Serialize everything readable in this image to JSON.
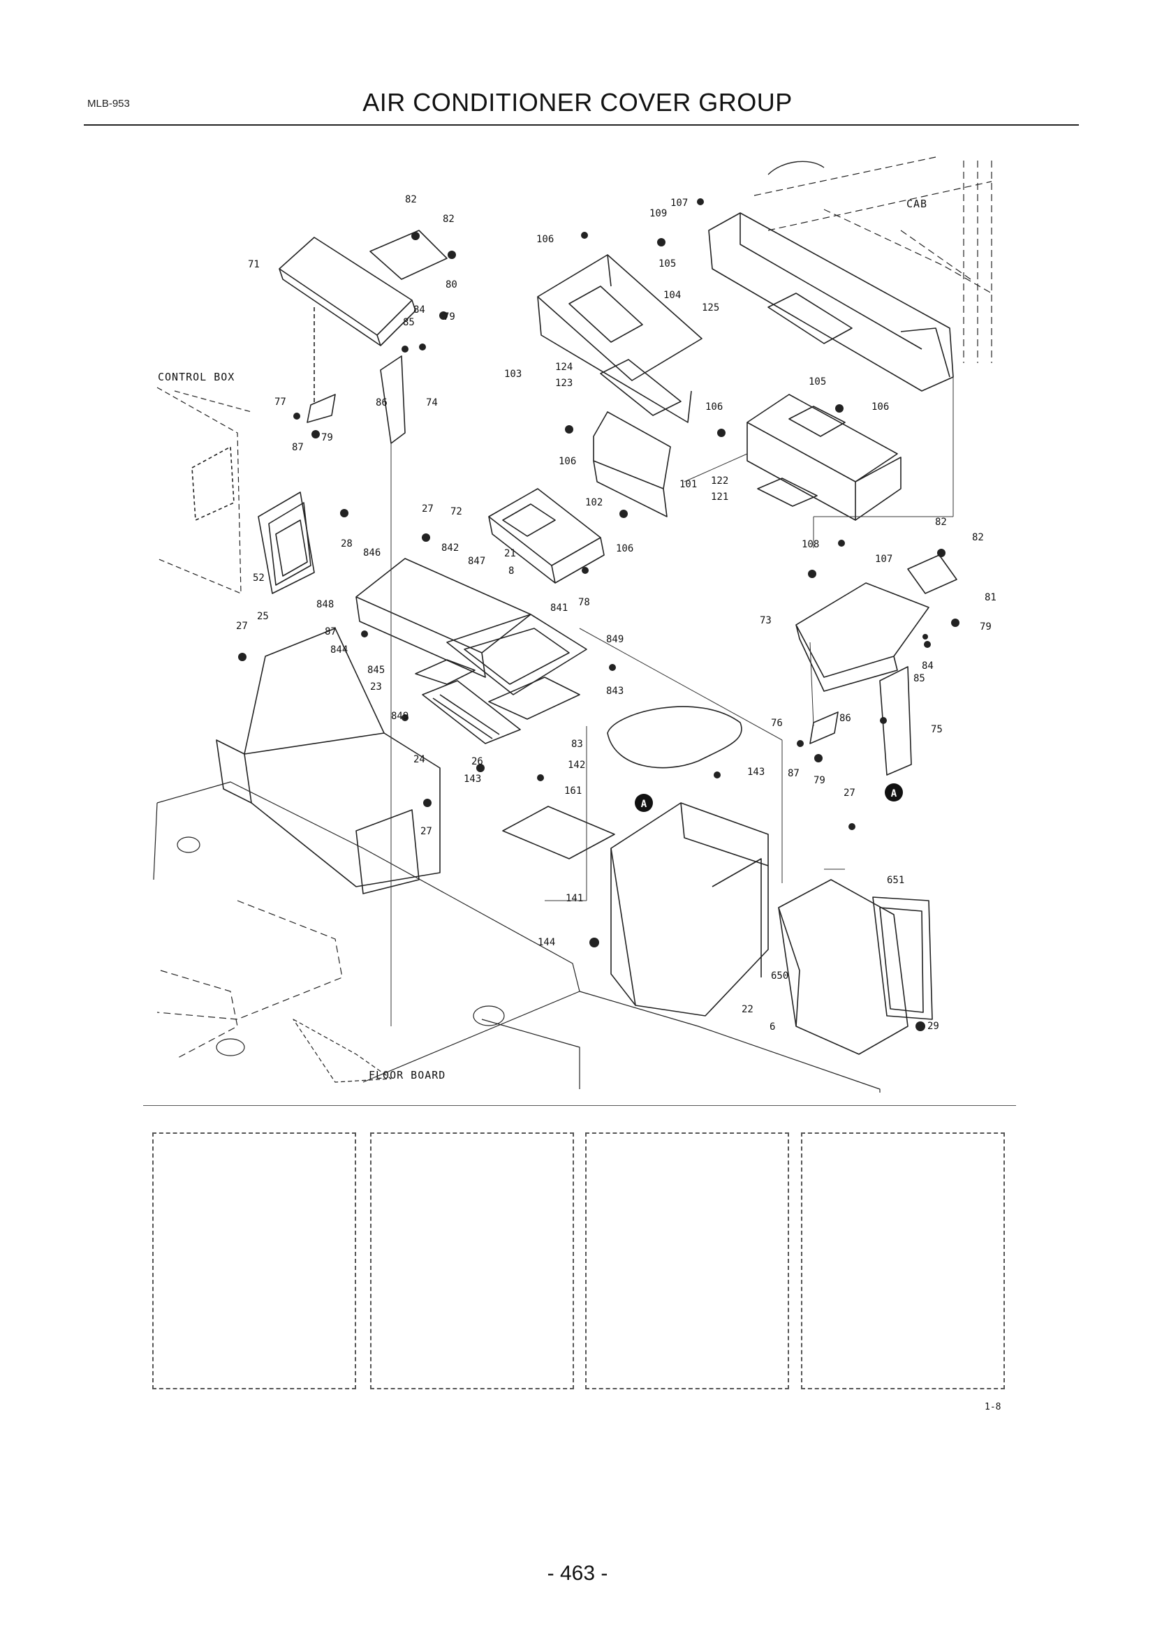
{
  "header": {
    "doc_code": "MLB-953",
    "title": "AIR CONDITIONER COVER GROUP"
  },
  "diagram": {
    "area_labels": {
      "control_box": "CONTROL BOX",
      "cab": "CAB",
      "floor_board": "FLOOR BOARD"
    },
    "callout_marker": "A",
    "part_numbers": [
      "82",
      "82",
      "71",
      "80",
      "79",
      "84",
      "85",
      "77",
      "86",
      "74",
      "87",
      "79",
      "27",
      "28",
      "52",
      "25",
      "27",
      "846",
      "842",
      "847",
      "21",
      "8",
      "848",
      "87",
      "844",
      "845",
      "23",
      "849",
      "24",
      "26",
      "27",
      "72",
      "78",
      "841",
      "849",
      "843",
      "106",
      "105",
      "109",
      "107",
      "104",
      "125",
      "103",
      "124",
      "123",
      "106",
      "102",
      "106",
      "101",
      "122",
      "121",
      "105",
      "106",
      "106",
      "108",
      "107",
      "82",
      "82",
      "81",
      "73",
      "79",
      "84",
      "85",
      "76",
      "86",
      "75",
      "87",
      "79",
      "83",
      "142",
      "161",
      "143",
      "143",
      "141",
      "144",
      "27",
      "651",
      "650",
      "22",
      "6",
      "29"
    ]
  },
  "footer": {
    "figure_code": "1-8",
    "page_number": "- 463 -"
  }
}
